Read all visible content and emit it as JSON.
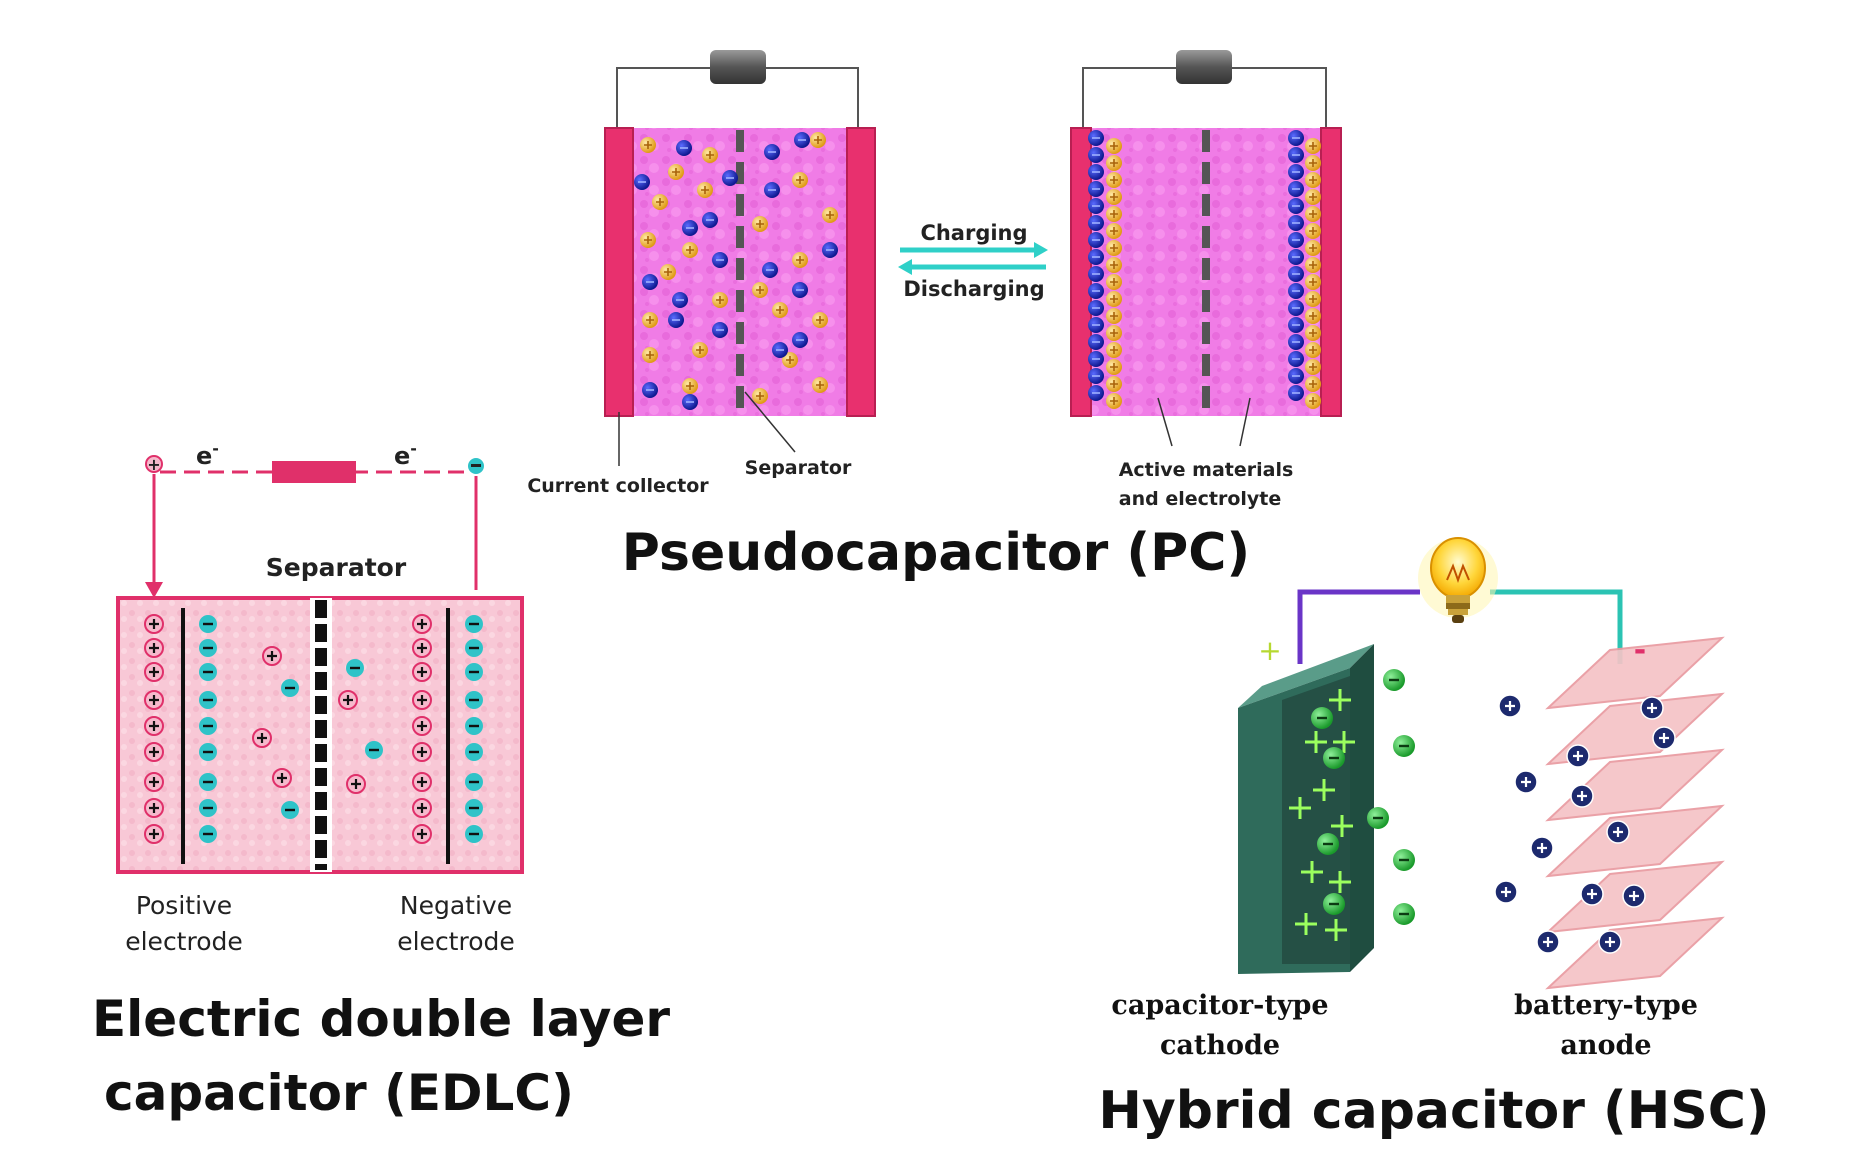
{
  "pc": {
    "title": "Pseudocapacitor (PC)",
    "charging": "Charging",
    "discharging": "Discharging",
    "current_collector": "Current collector",
    "separator": "Separator",
    "active_materials_line1": "Active materials",
    "active_materials_line2": "and electrolyte"
  },
  "edlc": {
    "title_line1": "Electric double layer",
    "title_line2": "capacitor (EDLC)",
    "separator": "Separator",
    "electron_left": "e",
    "electron_right": "e",
    "electron_sup": "-",
    "positive_line1": "Positive",
    "positive_line2": "electrode",
    "negative_line1": "Negative",
    "negative_line2": "electrode"
  },
  "hsc": {
    "title": "Hybrid capacitor (HSC)",
    "cathode_line1": "capacitor-type",
    "cathode_line2": "cathode",
    "anode_line1": "battery-type",
    "anode_line2": "anode",
    "plus_terminal": "+",
    "minus_terminal": "-"
  },
  "colors": {
    "electrode_pink": "#e8306e",
    "electrolyte_pink": "#f06ee0",
    "anion_blue": "#1c2fc0",
    "cation_gold": "#f1b232",
    "edlc_red": "#e0306a",
    "edlc_cyan": "#2fc3c8",
    "hsc_teal": "#2f6b5b",
    "hsc_green": "#38c24b",
    "hsc_navy": "#1d2a6e",
    "wire_purple": "#6a35c7",
    "wire_teal": "#2bc3b3"
  }
}
